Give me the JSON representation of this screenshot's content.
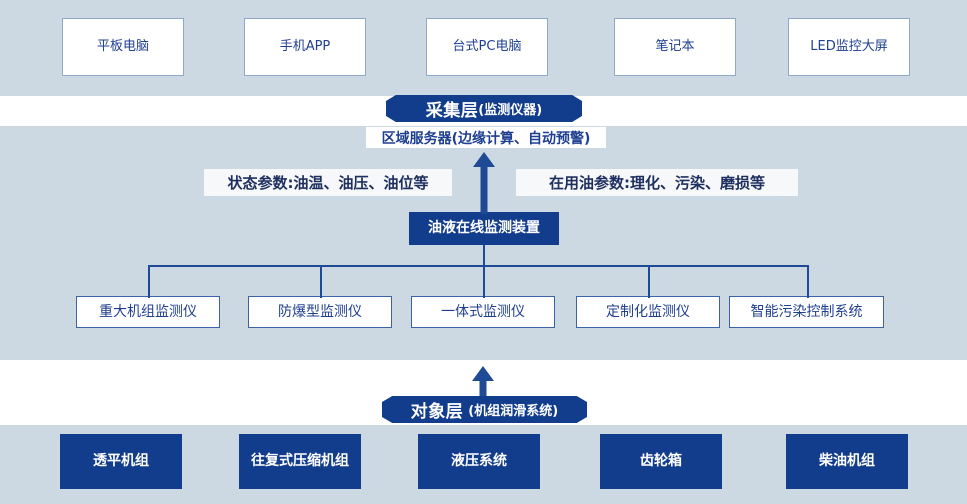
{
  "diagram": {
    "title": "油液在线监测系统架构图",
    "colors": {
      "band_background": "#ccd9e3",
      "navy": "#123c8c",
      "line_blue": "#1f4a96",
      "outline_text": "#1f3f91",
      "plate_background": "#f7f8f9"
    }
  },
  "presentation_layer": {
    "nodes": [
      {
        "label": "平板电脑"
      },
      {
        "label": "手机APP"
      },
      {
        "label": "台式PC电脑"
      },
      {
        "label": "笔记本"
      },
      {
        "label": "LED监控大屏"
      }
    ]
  },
  "collection_layer": {
    "banner": {
      "main": "采集层",
      "sub": "(监测仪器)"
    },
    "server": {
      "label": "区域服务器(边缘计算、自动预警)"
    },
    "parameters": [
      {
        "label": "状态参数:油温、油压、油位等"
      },
      {
        "label": "在用油参数:理化、污染、磨损等"
      }
    ],
    "device": {
      "label": "油液在线监测装置"
    },
    "monitors": [
      {
        "label": "重大机组监测仪"
      },
      {
        "label": "防爆型监测仪"
      },
      {
        "label": "一体式监测仪"
      },
      {
        "label": "定制化监测仪"
      },
      {
        "label": "智能污染控制系统"
      }
    ]
  },
  "object_layer": {
    "banner": {
      "main": "对象层",
      "sub": "(机组润滑系统)"
    },
    "equipment": [
      {
        "label": "透平机组"
      },
      {
        "label": "往复式压缩机组"
      },
      {
        "label": "液压系统"
      },
      {
        "label": "齿轮箱"
      },
      {
        "label": "柴油机组"
      }
    ]
  }
}
